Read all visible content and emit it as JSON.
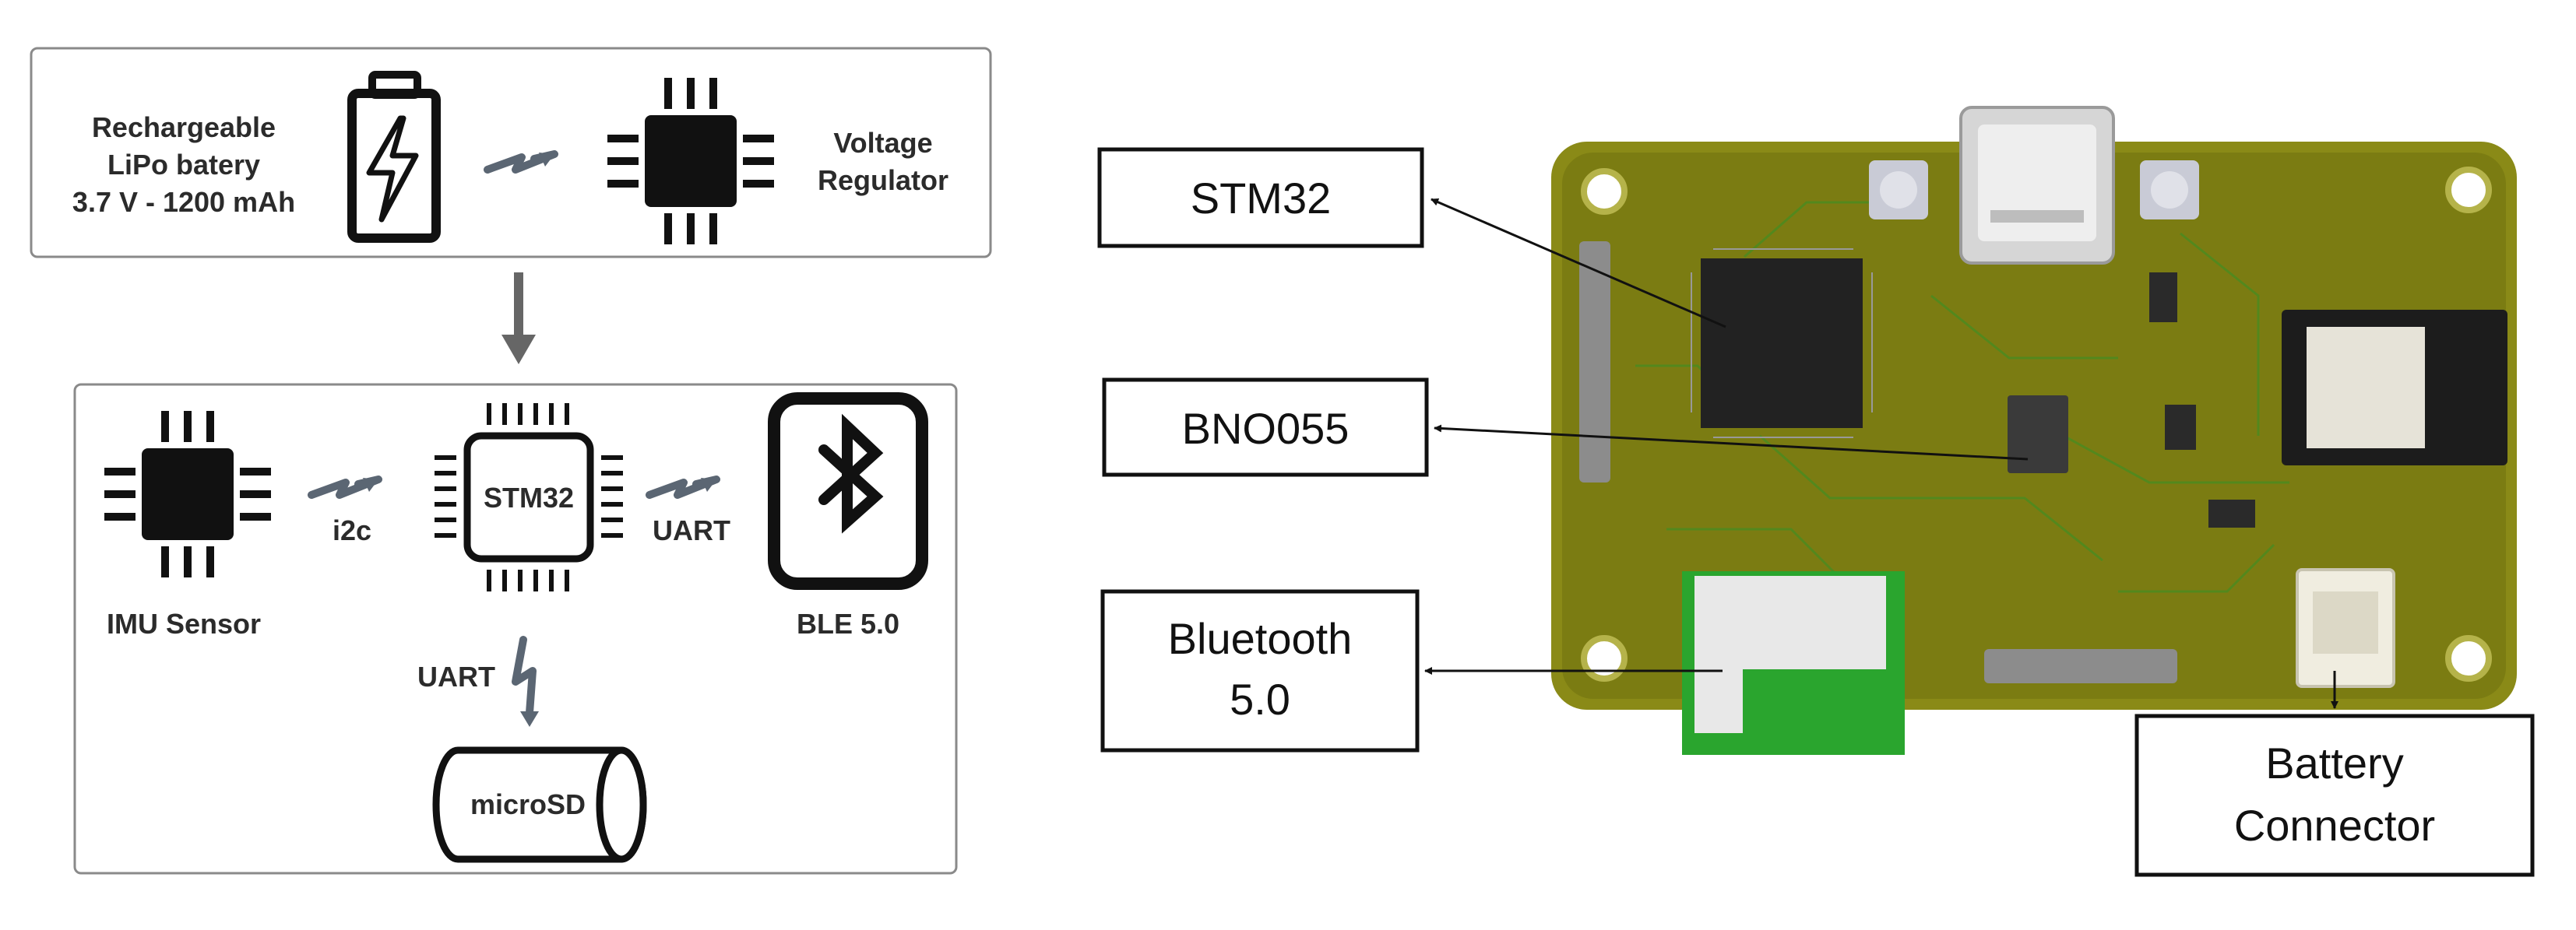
{
  "colors": {
    "panel_border": "#8a8a8a",
    "icon_dark": "#111111",
    "pcb_board": "#8a8a17",
    "pcb_green": "#2aa52e",
    "bolt_gray": "#5b6673"
  },
  "power_block": {
    "battery_label_line1": "Rechargeable",
    "battery_label_line2": "LiPo batery",
    "battery_label_line3": "3.7 V - 1200 mAh",
    "regulator_label_line1": "Voltage",
    "regulator_label_line2": "Regulator"
  },
  "system_block": {
    "imu_label": "IMU Sensor",
    "i2c_label": "i2c",
    "mcu_label": "STM32",
    "uart_ble_label": "UART",
    "ble_label": "BLE 5.0",
    "uart_sd_label": "UART",
    "microsd_label": "microSD"
  },
  "pcb_callouts": {
    "stm32": "STM32",
    "bno055": "BNO055",
    "bluetooth_line1": "Bluetooth",
    "bluetooth_line2": "5.0",
    "battery_connector_line1": "Battery",
    "battery_connector_line2": "Connector"
  },
  "icons": [
    "battery-icon",
    "chip-icon",
    "bolt-icon",
    "bluetooth-icon",
    "microsd-cylinder-icon",
    "arrow-down-icon"
  ]
}
